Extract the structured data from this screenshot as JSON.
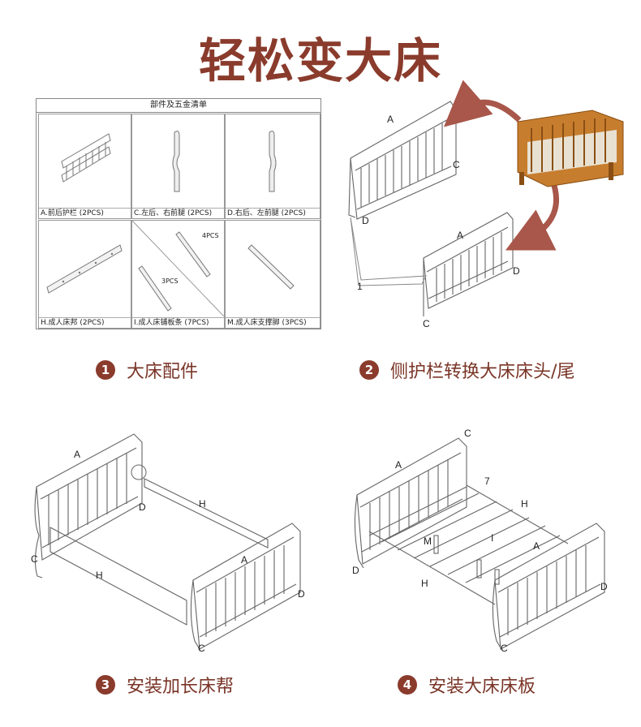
{
  "title": "轻松变大床",
  "parts_table": {
    "header": "部件及五金清单",
    "items": [
      {
        "caption": "A.前后护栏 (2PCS)"
      },
      {
        "caption": "C.左后、右前腿 (2PCS)"
      },
      {
        "caption": "D.右后、左前腿 (2PCS)"
      },
      {
        "caption": "H.成人床邦 (2PCS)"
      },
      {
        "caption": "I.成人床铺板条 (7PCS)"
      },
      {
        "caption": "M.成人床支撑脚 (3PCS)"
      }
    ],
    "qty_marks": [
      "4PCS",
      "3PCS"
    ]
  },
  "steps": [
    {
      "num": "1",
      "label": "大床配件"
    },
    {
      "num": "2",
      "label": "侧护栏转换大床床头/尾"
    },
    {
      "num": "3",
      "label": "安装加长床帮"
    },
    {
      "num": "4",
      "label": "安装大床床板"
    }
  ],
  "diagram_labels": {
    "d2": [
      "A",
      "C",
      "D",
      "A",
      "D",
      "C",
      "1"
    ],
    "d3": [
      "A",
      "D",
      "H",
      "C",
      "H",
      "A",
      "D",
      "C"
    ],
    "d4": [
      "C",
      "A",
      "7",
      "H",
      "M",
      "I",
      "A",
      "D",
      "H",
      "D",
      "C"
    ]
  },
  "colors": {
    "accent": "#8a3b2c",
    "crib_wood": "#c77d2e"
  }
}
